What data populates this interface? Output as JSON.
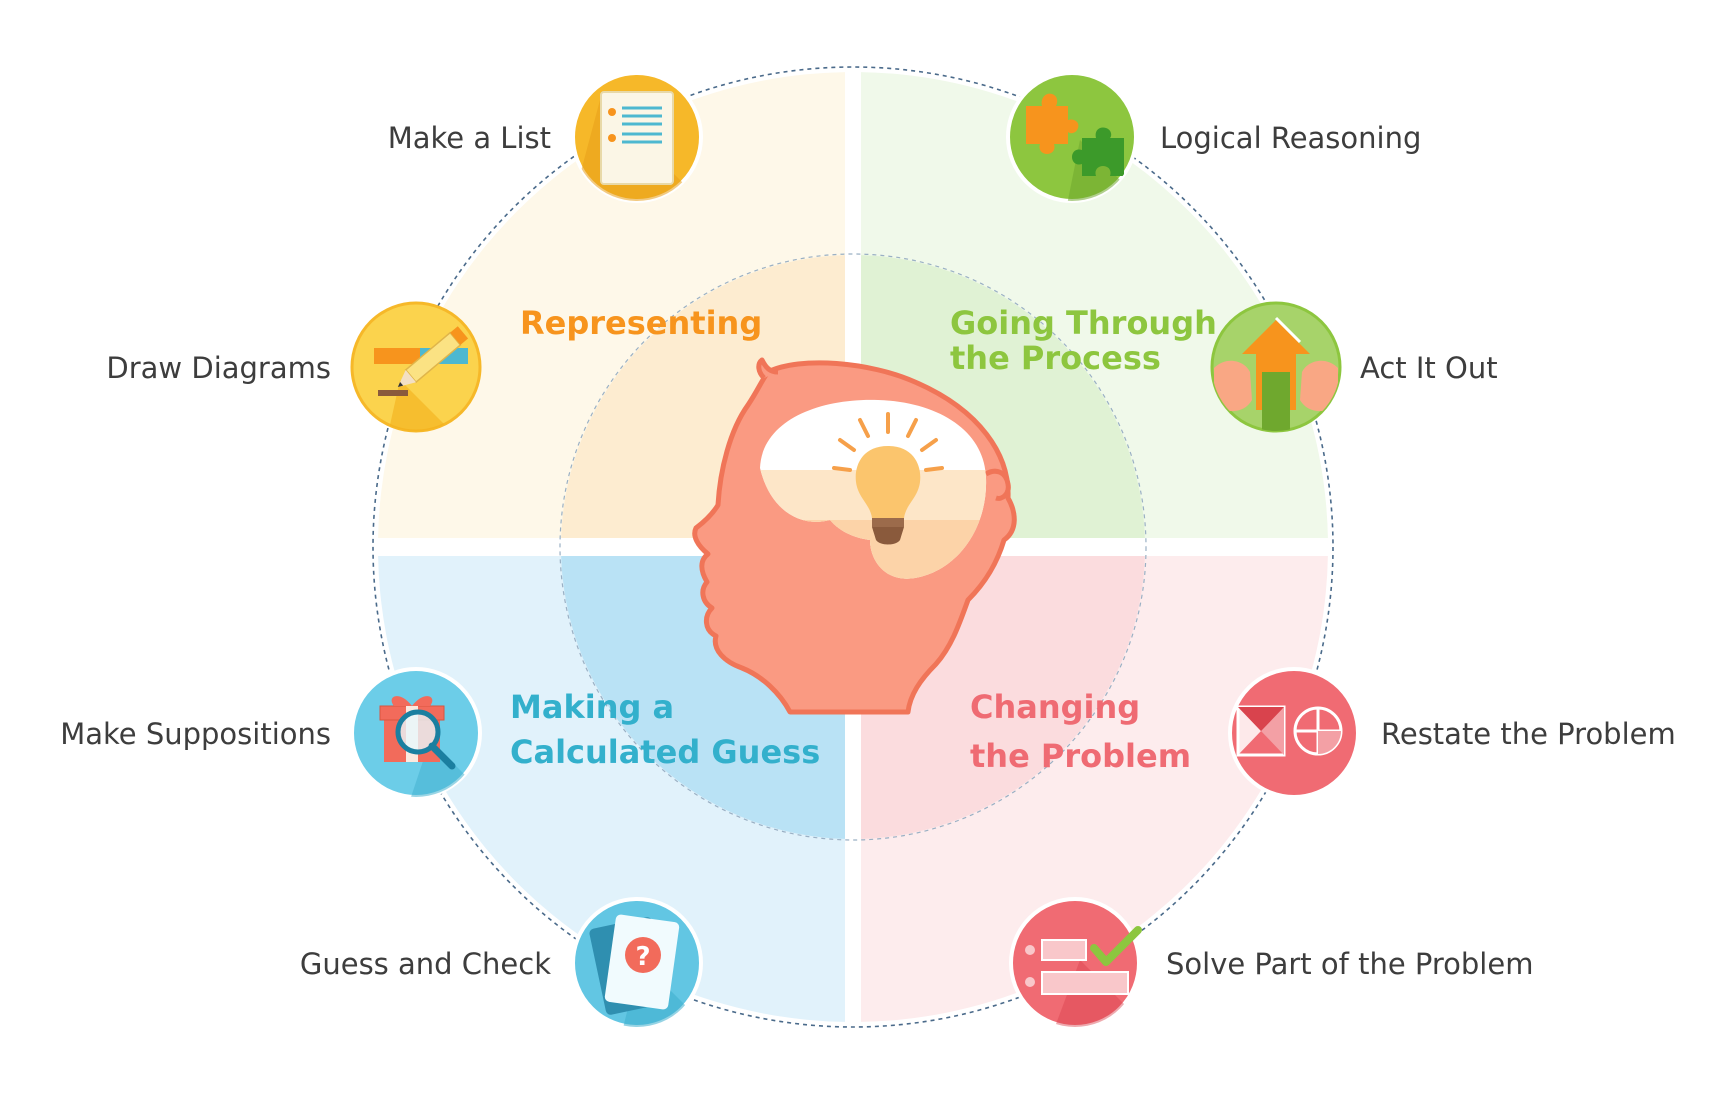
{
  "categories": {
    "representing": "Representing",
    "process": [
      "Going Through",
      "the Process"
    ],
    "guess": [
      "Making a",
      "Calculated Guess"
    ],
    "changing": [
      "Changing",
      "the Problem"
    ]
  },
  "strategies": {
    "make_a_list": "Make a List",
    "draw_diagrams": "Draw Diagrams",
    "logical_reasoning": "Logical Reasoning",
    "act_it_out": "Act It Out",
    "make_suppositions": "Make Suppositions",
    "guess_and_check": "Guess and Check",
    "restate_the_problem": "Restate the Problem",
    "solve_part": "Solve Part of the Problem"
  },
  "icons": {
    "make_a_list": "list-document-icon",
    "draw_diagrams": "pencil-diagram-icon",
    "logical_reasoning": "puzzle-pieces-icon",
    "act_it_out": "hands-house-icon",
    "make_suppositions": "gift-magnifier-icon",
    "guess_and_check": "question-card-icon",
    "restate_the_problem": "shapes-icon",
    "solve_part": "checklist-icon",
    "center": "head-lightbulb-icon"
  },
  "colors": {
    "representing": "#f7941d",
    "process": "#8dc63f",
    "guess": "#33b0cc",
    "changing": "#ef6b73",
    "head": "#f9967c",
    "bulb": "#fbc56d"
  }
}
